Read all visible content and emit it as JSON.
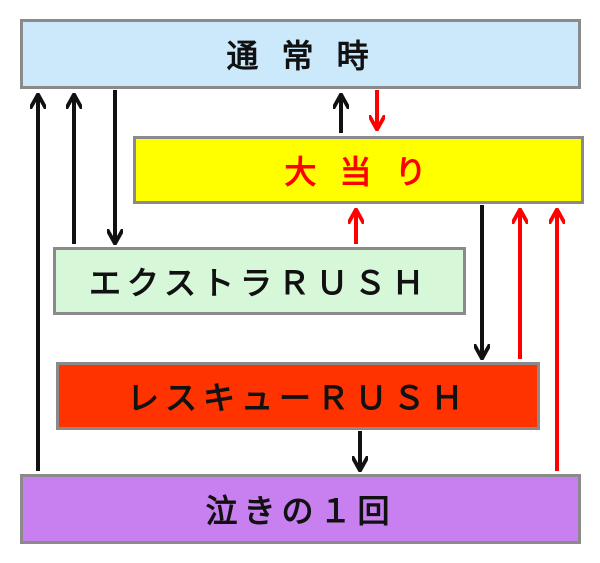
{
  "boxes": {
    "normal": {
      "label": "通 常 時",
      "fill": "#cce8fb",
      "text_color": "#111111"
    },
    "jackpot": {
      "label": "大 当 り",
      "fill": "#ffff00",
      "text_color": "#ff0000"
    },
    "extra": {
      "label": "エクストラＲＵＳＨ",
      "fill": "#d6f8d8",
      "text_color": "#111111"
    },
    "rescue": {
      "label": "レスキューＲＵＳＨ",
      "fill": "#ff3300",
      "text_color": "#111111"
    },
    "cry": {
      "label": "泣きの１回",
      "fill": "#c87ff0",
      "text_color": "#111111"
    }
  },
  "colors": {
    "black_arrow": "#111111",
    "red_arrow": "#ff0000",
    "border": "#8a8a8a"
  }
}
